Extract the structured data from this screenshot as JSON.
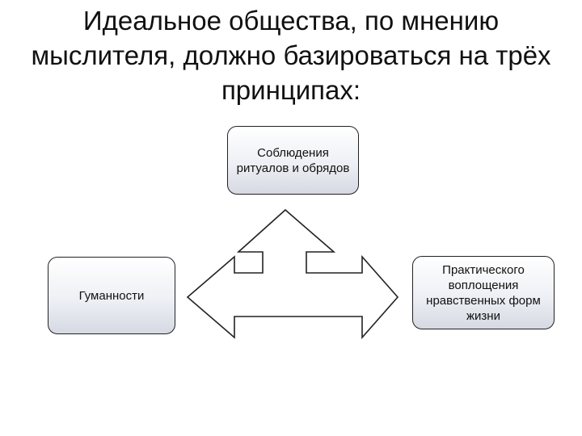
{
  "title": "Идеальное общества, по мнению мыслителя, должно базироваться на трёх принципах:",
  "nodes": {
    "top": "Соблюдения ритуалов и обрядов",
    "left": "Гуманности",
    "right": "Практического воплощения нравственных форм жизни"
  },
  "colors": {
    "stroke": "#222222",
    "node_fill_top": "#ffffff",
    "node_fill_bottom": "#d6d9e2",
    "arrow_fill": "#ffffff"
  },
  "icons": {
    "arrow": "three-way-arrow-icon"
  }
}
